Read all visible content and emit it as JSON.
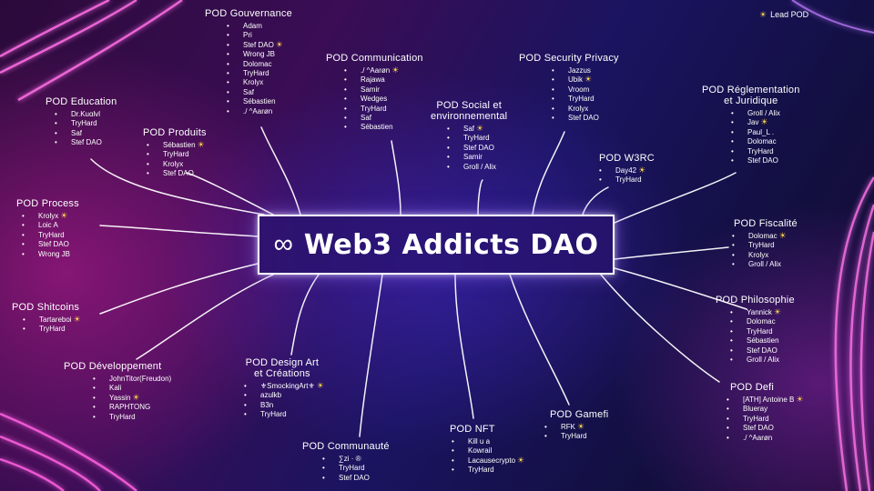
{
  "center": {
    "logo": "∞",
    "title": "Web3 Addicts DAO"
  },
  "legend": {
    "label": "Lead POD"
  },
  "colors": {
    "lead_marker": "#ffd54a",
    "center_border": "#ffffff",
    "neon_pink": "#ff4fd8",
    "neon_purple": "#8a4dff"
  },
  "pods": {
    "gouvernance": {
      "title": "POD Gouvernance",
      "members": [
        {
          "name": "Adam",
          "lead": false
        },
        {
          "name": "Pri",
          "lead": false
        },
        {
          "name": "Stef DAO",
          "lead": true
        },
        {
          "name": "Wrong JB",
          "lead": false
        },
        {
          "name": "Dolomac",
          "lead": false
        },
        {
          "name": "TryHard",
          "lead": false
        },
        {
          "name": "Krolyx",
          "lead": false
        },
        {
          "name": "Saf",
          "lead": false
        },
        {
          "name": "Sébastien",
          "lead": false
        },
        {
          "name": "./ ^Aarøn",
          "lead": false
        }
      ]
    },
    "communication": {
      "title": "POD Communication",
      "members": [
        {
          "name": "./ ^Aarøn",
          "lead": true
        },
        {
          "name": "Rajawa",
          "lead": false
        },
        {
          "name": "Samir",
          "lead": false
        },
        {
          "name": "Wedges",
          "lead": false
        },
        {
          "name": "TryHard",
          "lead": false
        },
        {
          "name": "Saf",
          "lead": false
        },
        {
          "name": "Sébastien",
          "lead": false
        }
      ]
    },
    "security": {
      "title": "POD Security Privacy",
      "members": [
        {
          "name": "Jazzus",
          "lead": false
        },
        {
          "name": "Ubik",
          "lead": true
        },
        {
          "name": "Vroom",
          "lead": false
        },
        {
          "name": "TryHard",
          "lead": false
        },
        {
          "name": "Krolyx",
          "lead": false
        },
        {
          "name": "Stef DAO",
          "lead": false
        }
      ]
    },
    "social": {
      "title_l1": "POD Social et",
      "title_l2": "environnemental",
      "members": [
        {
          "name": "Saf",
          "lead": true
        },
        {
          "name": "TryHard",
          "lead": false
        },
        {
          "name": "Stef DAO",
          "lead": false
        },
        {
          "name": "Samir",
          "lead": false
        },
        {
          "name": "Groll / Alix",
          "lead": false
        }
      ]
    },
    "education": {
      "title": "POD Education",
      "members": [
        {
          "name": "Dr.Kuɑlvl",
          "lead": false
        },
        {
          "name": "TryHard",
          "lead": false
        },
        {
          "name": "Saf",
          "lead": false
        },
        {
          "name": "Stef DAO",
          "lead": false
        }
      ]
    },
    "produits": {
      "title": "POD Produits",
      "members": [
        {
          "name": "Sébastien",
          "lead": true
        },
        {
          "name": "TryHard",
          "lead": false
        },
        {
          "name": "Krolyx",
          "lead": false
        },
        {
          "name": "Stef DAO",
          "lead": false
        }
      ]
    },
    "process": {
      "title": "POD Process",
      "members": [
        {
          "name": "Krolyx",
          "lead": true
        },
        {
          "name": "Loic A",
          "lead": false
        },
        {
          "name": "TryHard",
          "lead": false
        },
        {
          "name": "Stef DAO",
          "lead": false
        },
        {
          "name": "Wrong JB",
          "lead": false
        }
      ]
    },
    "shitcoins": {
      "title": "POD Shitcoins",
      "members": [
        {
          "name": "Tartareboi",
          "lead": true
        },
        {
          "name": "TryHard",
          "lead": false
        }
      ]
    },
    "developpement": {
      "title": "POD Développement",
      "members": [
        {
          "name": "JohnTitor(Freudon)",
          "lead": false
        },
        {
          "name": "Kali",
          "lead": false
        },
        {
          "name": "Yassin",
          "lead": true
        },
        {
          "name": "RAPHTONG",
          "lead": false
        },
        {
          "name": "TryHard",
          "lead": false
        }
      ]
    },
    "design": {
      "title_l1": "POD Design Art",
      "title_l2": "et Créations",
      "members": [
        {
          "name": "⚜SmockingArt⚜",
          "lead": true
        },
        {
          "name": "azulkb",
          "lead": false
        },
        {
          "name": "B3n",
          "lead": false
        },
        {
          "name": "TryHard",
          "lead": false
        }
      ]
    },
    "communaute": {
      "title": "POD Communauté",
      "members": [
        {
          "name": "∑zi · ®",
          "lead": false
        },
        {
          "name": "TryHard",
          "lead": false
        },
        {
          "name": "Stef DAO",
          "lead": false
        }
      ]
    },
    "nft": {
      "title": "POD NFT",
      "members": [
        {
          "name": "Kill u a",
          "lead": false
        },
        {
          "name": "Kowrail",
          "lead": false
        },
        {
          "name": "Lacausecrypto",
          "lead": true
        },
        {
          "name": "TryHard",
          "lead": false
        }
      ]
    },
    "gamefi": {
      "title": "POD Gamefi",
      "members": [
        {
          "name": "RFK",
          "lead": true
        },
        {
          "name": "TryHard",
          "lead": false
        }
      ]
    },
    "w3rc": {
      "title": "POD W3RC",
      "members": [
        {
          "name": "Day42",
          "lead": true
        },
        {
          "name": "TryHard",
          "lead": false
        }
      ]
    },
    "reglementation": {
      "title_l1": "POD Réglementation",
      "title_l2": "et Juridique",
      "members": [
        {
          "name": "Groll / Alix",
          "lead": false
        },
        {
          "name": "Jav",
          "lead": true
        },
        {
          "name": "Paul_L .",
          "lead": false
        },
        {
          "name": "Dolomac",
          "lead": false
        },
        {
          "name": "TryHard",
          "lead": false
        },
        {
          "name": "Stef DAO",
          "lead": false
        }
      ]
    },
    "fiscalite": {
      "title": "POD Fiscalité",
      "members": [
        {
          "name": "Dolomac",
          "lead": true
        },
        {
          "name": "TryHard",
          "lead": false
        },
        {
          "name": "Krolyx",
          "lead": false
        },
        {
          "name": "Groll / Alix",
          "lead": false
        }
      ]
    },
    "philosophie": {
      "title": "POD Philosophie",
      "members": [
        {
          "name": "Yannick",
          "lead": true
        },
        {
          "name": "Dolomac",
          "lead": false
        },
        {
          "name": "TryHard",
          "lead": false
        },
        {
          "name": "Sébastien",
          "lead": false
        },
        {
          "name": "Stef DAO",
          "lead": false
        },
        {
          "name": "Groll / Alix",
          "lead": false
        }
      ]
    },
    "defi": {
      "title": "POD Defi",
      "members": [
        {
          "name": "[ATH] Antoine B",
          "lead": true
        },
        {
          "name": "Blueray",
          "lead": false
        },
        {
          "name": "TryHard",
          "lead": false
        },
        {
          "name": "Stef DAO",
          "lead": false
        },
        {
          "name": "./ ^Aarøn",
          "lead": false
        }
      ]
    }
  }
}
